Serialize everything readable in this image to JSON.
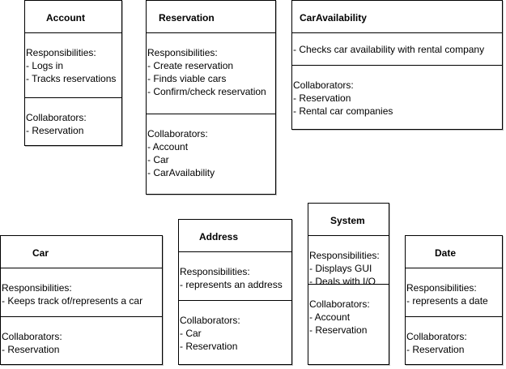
{
  "cards": [
    {
      "id": "account",
      "title": "Account",
      "sections": [
        [
          "Responsibilities:",
          "- Logs in",
          "- Tracks reservations"
        ],
        [
          "Collaborators:",
          "- Reservation"
        ]
      ]
    },
    {
      "id": "reservation",
      "title": "Reservation",
      "sections": [
        [
          "Responsibilities:",
          "- Create reservation",
          "- Finds viable cars",
          "- Confirm/check reservation"
        ],
        [
          "Collaborators:",
          "- Account",
          "- Car",
          "- CarAvailability"
        ]
      ]
    },
    {
      "id": "caravailability",
      "title": "CarAvailability",
      "sections": [
        [
          "- Checks car availability with rental company"
        ],
        [
          "Collaborators:",
          "- Reservation",
          "- Rental car companies"
        ]
      ]
    },
    {
      "id": "car",
      "title": "Car",
      "sections": [
        [
          "Responsibilities:",
          "- Keeps track of/represents a car"
        ],
        [
          "Collaborators:",
          "- Reservation"
        ]
      ]
    },
    {
      "id": "address",
      "title": "Address",
      "sections": [
        [
          "Responsibilities:",
          "- represents an address"
        ],
        [
          "Collaborators:",
          "- Car",
          "- Reservation"
        ]
      ]
    },
    {
      "id": "system",
      "title": "System",
      "sections": [
        [
          "Responsibilities:",
          "- Displays GUI",
          "- Deals with I/O"
        ],
        [
          "Collaborators:",
          "- Account",
          "- Reservation"
        ]
      ]
    },
    {
      "id": "date",
      "title": "Date",
      "sections": [
        [
          "Responsibilities:",
          "- represents a date"
        ],
        [
          "Collaborators:",
          "- Reservation"
        ]
      ]
    }
  ]
}
